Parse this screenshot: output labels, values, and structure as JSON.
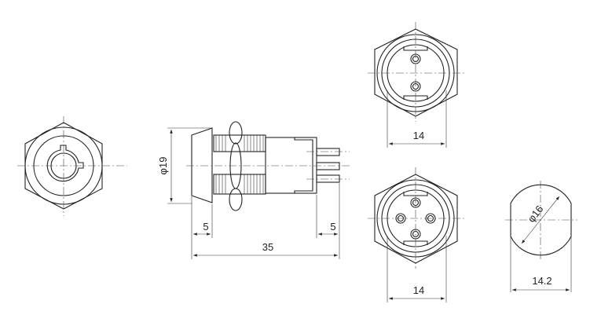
{
  "title": "Key switch connector dimension drawing",
  "dimensions": {
    "side_diameter": "φ19",
    "bezel_length": "5",
    "pin_length": "5",
    "overall_length": "35",
    "top_hex_width": "14",
    "bottom_hex_width": "14",
    "cutout_diameter": "φ16",
    "cutout_flat_width": "14.2"
  },
  "colors": {
    "line": "#222222",
    "background": "#ffffff"
  }
}
